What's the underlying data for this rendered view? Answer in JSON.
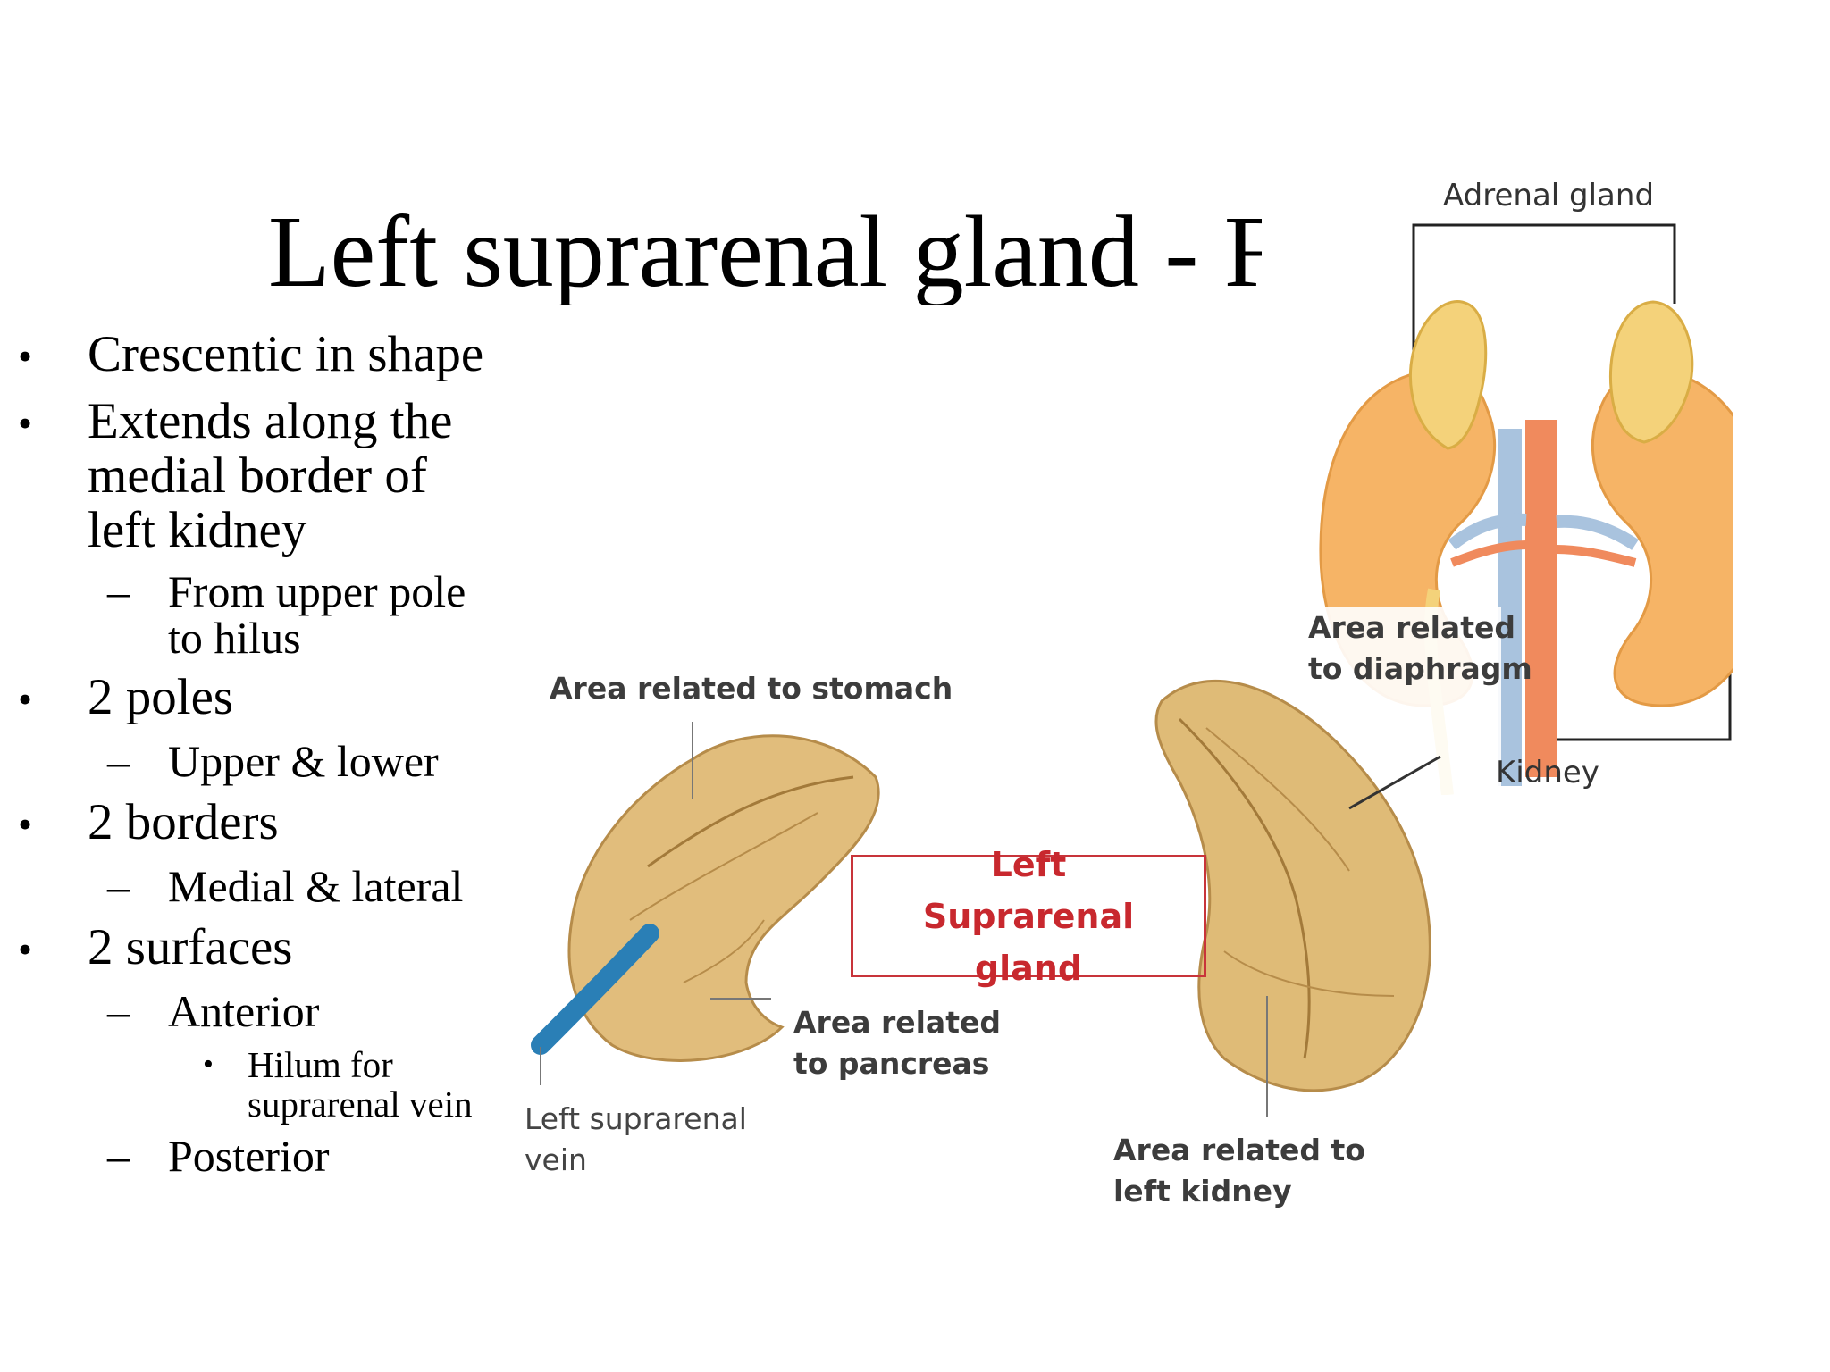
{
  "slide": {
    "title": "Left suprarenal gland - F",
    "bullets": {
      "b1": "Crescentic in shape",
      "b2_line1": "Extends along the",
      "b2_line2": "medial border of",
      "b2_line3": "left kidney",
      "b2_sub_line1": "From upper pole",
      "b2_sub_line2": "to hilus",
      "b3": "2 poles",
      "b3_sub": "Upper & lower",
      "b4": "2 borders",
      "b4_sub": "Medial & lateral",
      "b5": "2 surfaces",
      "b5_sub1": "Anterior",
      "b5_sub1_point_line1": "Hilum for",
      "b5_sub1_point_line2": "suprarenal vein",
      "b5_sub2": "Posterior"
    },
    "markers": {
      "bullet": "•",
      "dash": "–"
    }
  },
  "kidney_figure": {
    "adrenal_label": "Adrenal gland",
    "kidney_label": "Kidney"
  },
  "gland_figure": {
    "stomach_label": "Area related to stomach",
    "diaphragm_label_line1": "Area related",
    "diaphragm_label_line2": "to diaphragm",
    "box_label": "Left Suprarenal gland",
    "pancreas_label_line1": "Area related",
    "pancreas_label_line2": "to pancreas",
    "vein_label_line1": "Left suprarenal",
    "vein_label_line2": "vein",
    "kidney_area_line1": "Area related to",
    "kidney_area_line2": "left kidney"
  }
}
